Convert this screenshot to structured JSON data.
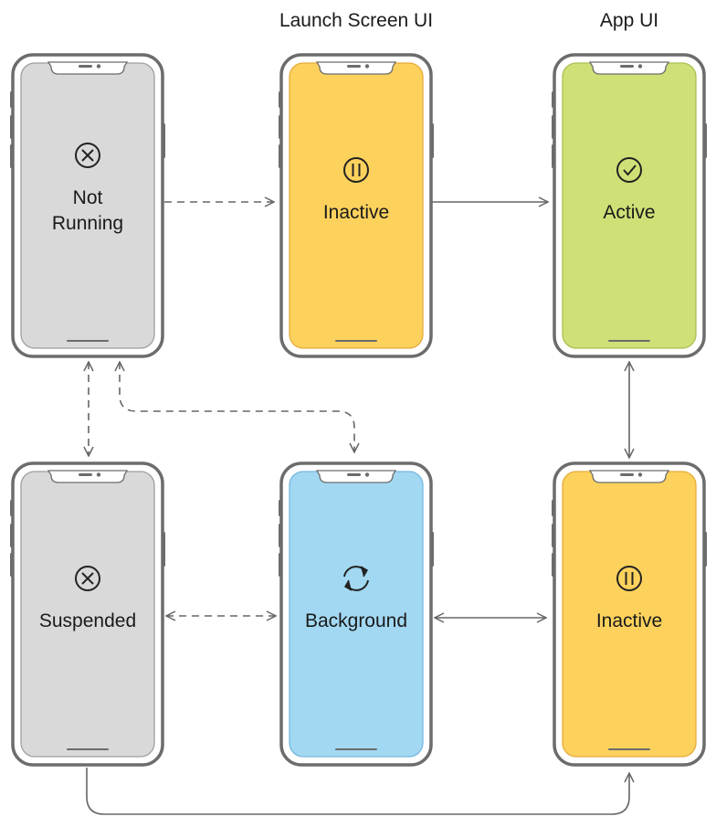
{
  "headers": {
    "launch_screen_ui": "Launch Screen UI",
    "app_ui": "App UI"
  },
  "phones": [
    {
      "id": "not-running",
      "label_lines": [
        "Not",
        "Running"
      ],
      "icon": "x-circle-icon",
      "fill": "#d9d9d9",
      "stroke": "#9f9f9f"
    },
    {
      "id": "inactive-launch",
      "label_lines": [
        "Inactive"
      ],
      "icon": "pause-circle-icon",
      "fill": "#fcd25d",
      "stroke": "#e8aa3b"
    },
    {
      "id": "active",
      "label_lines": [
        "Active"
      ],
      "icon": "check-circle-icon",
      "fill": "#cfe076",
      "stroke": "#a7c153"
    },
    {
      "id": "suspended",
      "label_lines": [
        "Suspended"
      ],
      "icon": "x-circle-icon",
      "fill": "#d9d9d9",
      "stroke": "#9f9f9f"
    },
    {
      "id": "background",
      "label_lines": [
        "Background"
      ],
      "icon": "refresh-icon",
      "fill": "#a2d8f2",
      "stroke": "#74b8df"
    },
    {
      "id": "inactive-app",
      "label_lines": [
        "Inactive"
      ],
      "icon": "pause-circle-icon",
      "fill": "#fcd25d",
      "stroke": "#e8aa3b"
    }
  ],
  "colors": {
    "frame": "#6c6c6c",
    "arrow": "#666666",
    "text": "#1a1a1a"
  }
}
